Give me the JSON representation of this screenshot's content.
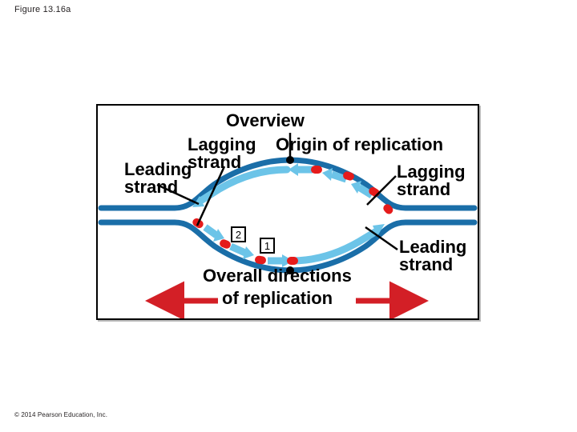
{
  "figure": {
    "caption": "Figure 13.16a",
    "copyright": "© 2014 Pearson Education, Inc."
  },
  "art": {
    "title": "Overview",
    "labels": {
      "lagging_left": "Lagging\nstrand",
      "leading_left": "Leading\nstrand",
      "origin": "Origin of replication",
      "lagging_right": "Lagging\nstrand",
      "leading_right": "Leading\nstrand",
      "overall_directions": "Overall directions",
      "of_replication": "of replication"
    },
    "fragment_numbers": [
      "2",
      "1"
    ],
    "colors": {
      "parental_strand": "#1a6ea8",
      "daughter_strand": "#6cc4e8",
      "primer": "#e51b1b",
      "origin_dot": "#000000",
      "direction_arrow": "#d31f26",
      "frame_border": "#000000",
      "background": "#ffffff"
    }
  }
}
